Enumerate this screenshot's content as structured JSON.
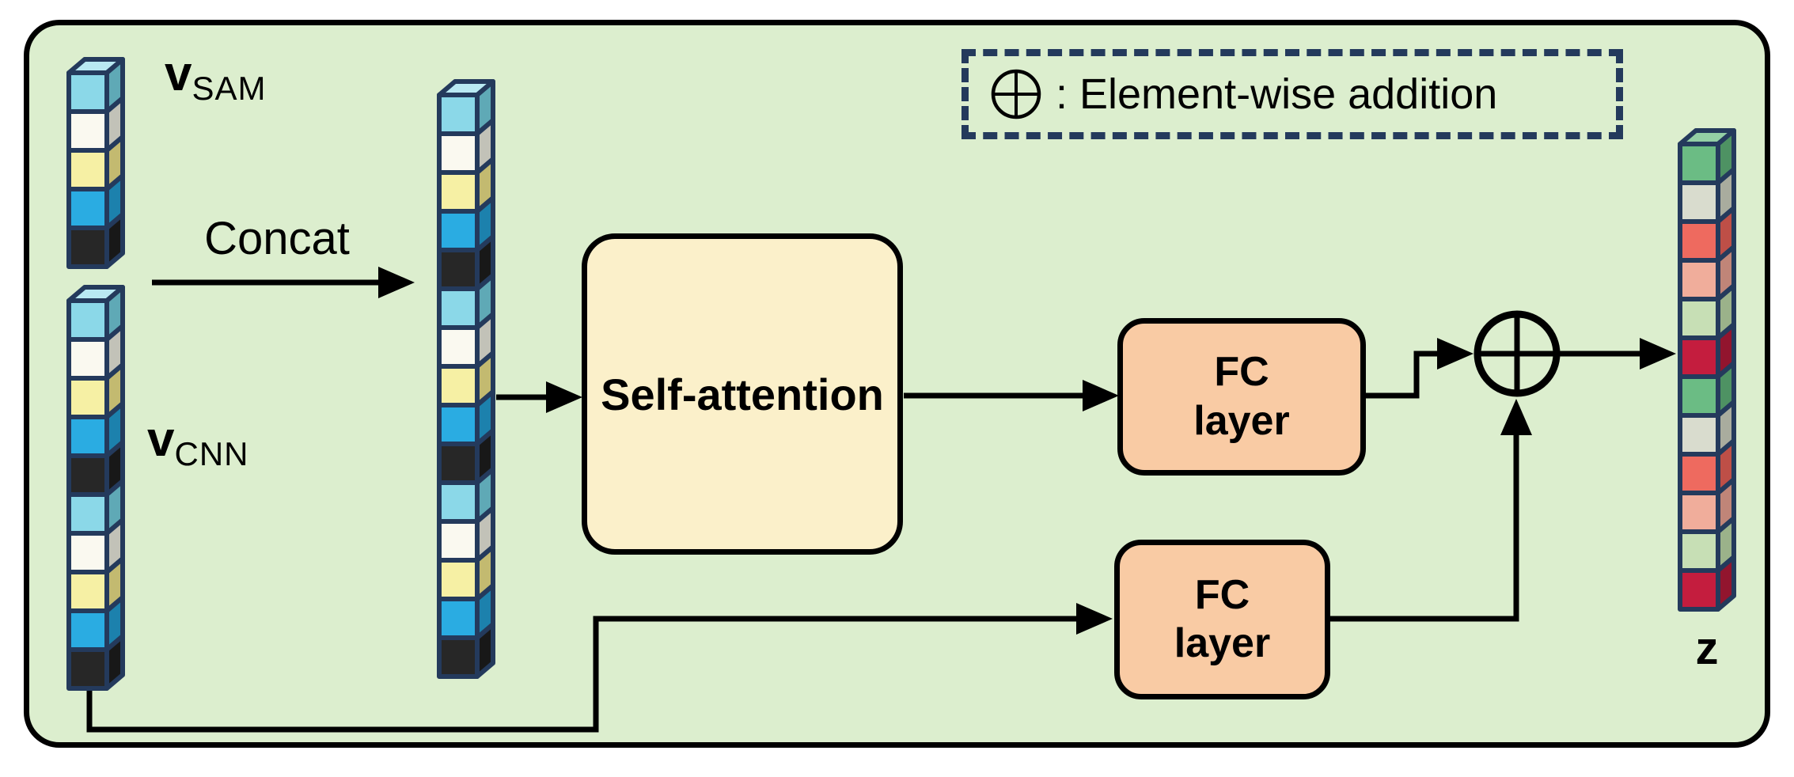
{
  "colors": {
    "page_background": "#FFFFFF",
    "diagram_background": "#DCEECE",
    "frame_border": "#000000",
    "cube_outline": "#243A5C",
    "arrow_color": "#000000",
    "self_attention_fill": "#FBF0CA",
    "fc_layer_fill": "#F9CBA4",
    "legend_border": "#243A5C"
  },
  "palette": {
    "cyan": {
      "front": "#8BD8E8",
      "side": "#5FA9B6",
      "top": "#B9E9F2"
    },
    "white": {
      "front": "#FAF9F0",
      "side": "#C2C2B8",
      "top": "#FFFFFA"
    },
    "yellow": {
      "front": "#F6F0A4",
      "side": "#C3BA70",
      "top": "#FAF5C0"
    },
    "blue": {
      "front": "#2AACE2",
      "side": "#1C81AD",
      "top": "#6CC6EB"
    },
    "black": {
      "front": "#272727",
      "side": "#181818",
      "top": "#4A4A4A"
    },
    "green": {
      "front": "#6BBC84",
      "side": "#4E9263",
      "top": "#93CFA5"
    },
    "gray": {
      "front": "#D9DCCE",
      "side": "#A9AC9E",
      "top": "#E6E8DD"
    },
    "salmon": {
      "front": "#EE6A5F",
      "side": "#BE4F47",
      "top": "#F29188"
    },
    "pink": {
      "front": "#F0AD9B",
      "side": "#C08578",
      "top": "#F5C4B7"
    },
    "lightgreen": {
      "front": "#C7DFB5",
      "side": "#9BB28A",
      "top": "#D9EACB"
    },
    "crimson": {
      "front": "#C41D3E",
      "side": "#92152E",
      "top": "#D44A64"
    }
  },
  "stacks": {
    "v_sam": {
      "cubes": [
        "cyan",
        "white",
        "yellow",
        "blue",
        "black"
      ]
    },
    "v_cnn": {
      "cubes": [
        "cyan",
        "white",
        "yellow",
        "blue",
        "black",
        "cyan",
        "white",
        "yellow",
        "blue",
        "black"
      ]
    },
    "concat": {
      "cubes": [
        "cyan",
        "white",
        "yellow",
        "blue",
        "black",
        "cyan",
        "white",
        "yellow",
        "blue",
        "black",
        "cyan",
        "white",
        "yellow",
        "blue",
        "black"
      ]
    },
    "z": {
      "cubes": [
        "green",
        "gray",
        "salmon",
        "pink",
        "lightgreen",
        "crimson",
        "green",
        "gray",
        "salmon",
        "pink",
        "lightgreen",
        "crimson"
      ]
    }
  },
  "labels": {
    "v_sam_base": "v",
    "v_sam_sub": "SAM",
    "v_cnn_base": "v",
    "v_cnn_sub": "CNN",
    "concat": "Concat",
    "z": "z"
  },
  "boxes": {
    "self_attention": {
      "label": "Self-attention"
    },
    "fc_top": {
      "line1": "FC",
      "line2": "layer"
    },
    "fc_bottom": {
      "line1": "FC",
      "line2": "layer"
    }
  },
  "legend": {
    "operator_icon": "plus-circle-icon",
    "text": ": Element-wise addition"
  }
}
